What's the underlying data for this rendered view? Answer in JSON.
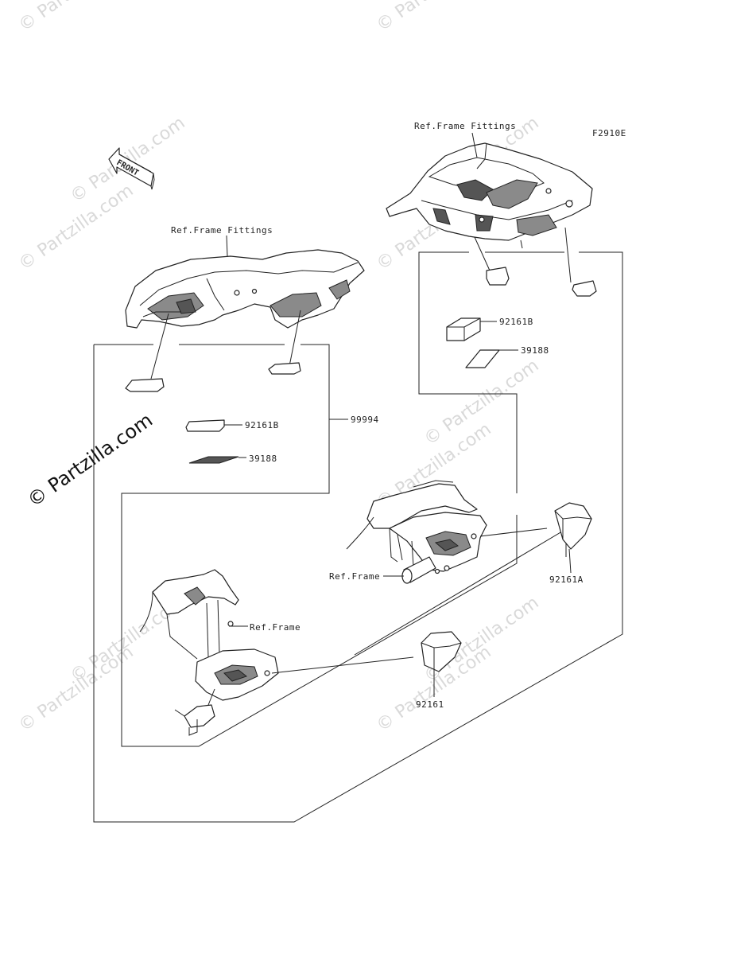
{
  "diagram": {
    "figure_code": "F2910E",
    "front_arrow_label": "FRONT",
    "labels": {
      "ref_frame_fittings_top": "Ref.Frame Fittings",
      "ref_frame_fittings_left": "Ref.Frame Fittings",
      "part_92161B_right": "92161B",
      "part_39188_right": "39188",
      "part_99994": "99994",
      "part_92161B_left": "92161B",
      "part_39188_left": "39188",
      "ref_frame_right": "Ref.Frame",
      "part_92161A": "92161A",
      "ref_frame_left": "Ref.Frame",
      "part_92161": "92161"
    }
  },
  "watermark": {
    "text": "© Partzilla.com"
  }
}
